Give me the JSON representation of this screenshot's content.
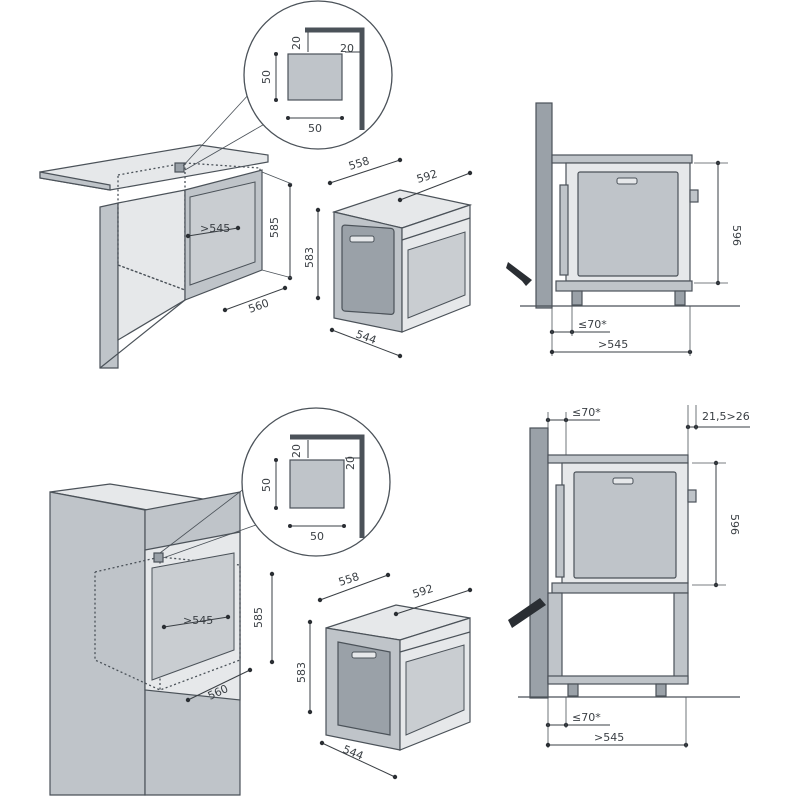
{
  "labels": {
    "d20": "20",
    "d50": "50",
    "d545": ">545",
    "d585": "585",
    "d560": "560",
    "d558": "558",
    "d592": "592",
    "d583": "583",
    "d544": "544",
    "d596": "596",
    "d70": "≤70*",
    "d21": "21,5>26"
  },
  "colors": {
    "panel": "#bfc4c9",
    "panel_dark": "#9aa1a8",
    "line": "#4b5259"
  }
}
